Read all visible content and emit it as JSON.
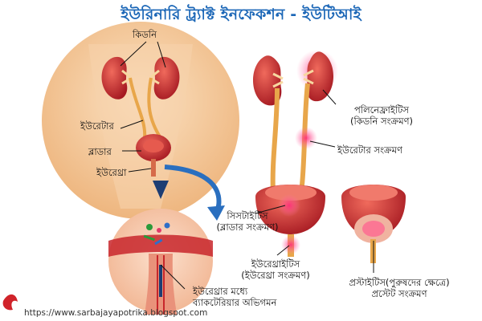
{
  "title": "ইউরিনারি ট্র্যাক্ট ইনফেকশন - ইউটিআই",
  "labels": {
    "kidney": "কিডনি",
    "ureter": "ইউরেটার",
    "bladder": "ব্লাডার",
    "urethra": "ইউরেথ্রা",
    "pyelonephritis": "পলিনেফ্রাইটিস",
    "pyelonephritis_sub": "(কিডনি সংক্রমণ)",
    "ureter_infection": "ইউরেটার সংক্রমণ",
    "cystitis": "সিসটাইটিস",
    "cystitis_sub": "(ব্লাডার সংক্রমণ)",
    "urethritis": "ইউরেথ্রাইটিস",
    "urethritis_sub": "(ইউরেথ্রা সংক্রমণ)",
    "prostatitis": "প্রস্টাইটিস(পুরুষদের ক্ষেত্রে)",
    "prostatitis_sub": "প্রস্টেট সংক্রমণ",
    "bacteria_line1": "ইউরেথ্রার মধ্যে",
    "bacteria_line2": "ব্যাকটেরিয়ার অভিগমন"
  },
  "footer_url": "https://www.sarbajayapotrika.blogspot.com",
  "colors": {
    "title": "#1c67b7",
    "organ": "#c8262b",
    "tube": "#e8a64a",
    "skin": "#f3c89a",
    "infection": "#ff3f86",
    "arrow": "#2a6fbf"
  }
}
